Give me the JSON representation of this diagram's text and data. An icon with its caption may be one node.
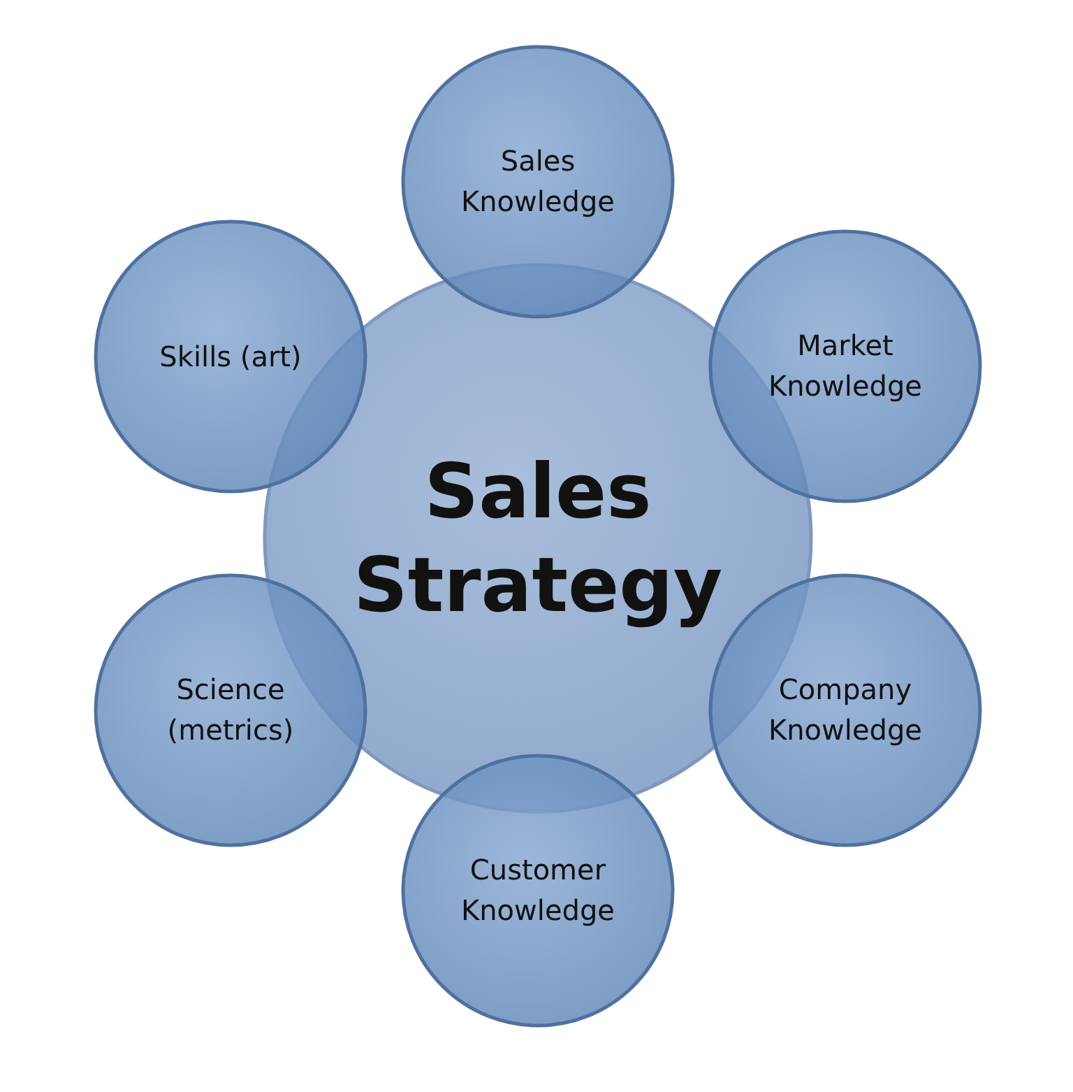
{
  "diagram": {
    "nodes": [
      {
        "text": [
          "Sales Strategy"
        ]
      },
      {
        "text": [
          "Sales Knowledge"
        ]
      },
      {
        "text": [
          "Market Knowledge"
        ]
      },
      {
        "text": [
          "Company Knowledge"
        ]
      },
      {
        "text": [
          "Customer Knowledge"
        ]
      },
      {
        "text": [
          "Science (metrics)"
        ]
      },
      {
        "text": [
          "Skills (art)"
        ]
      }
    ]
  }
}
